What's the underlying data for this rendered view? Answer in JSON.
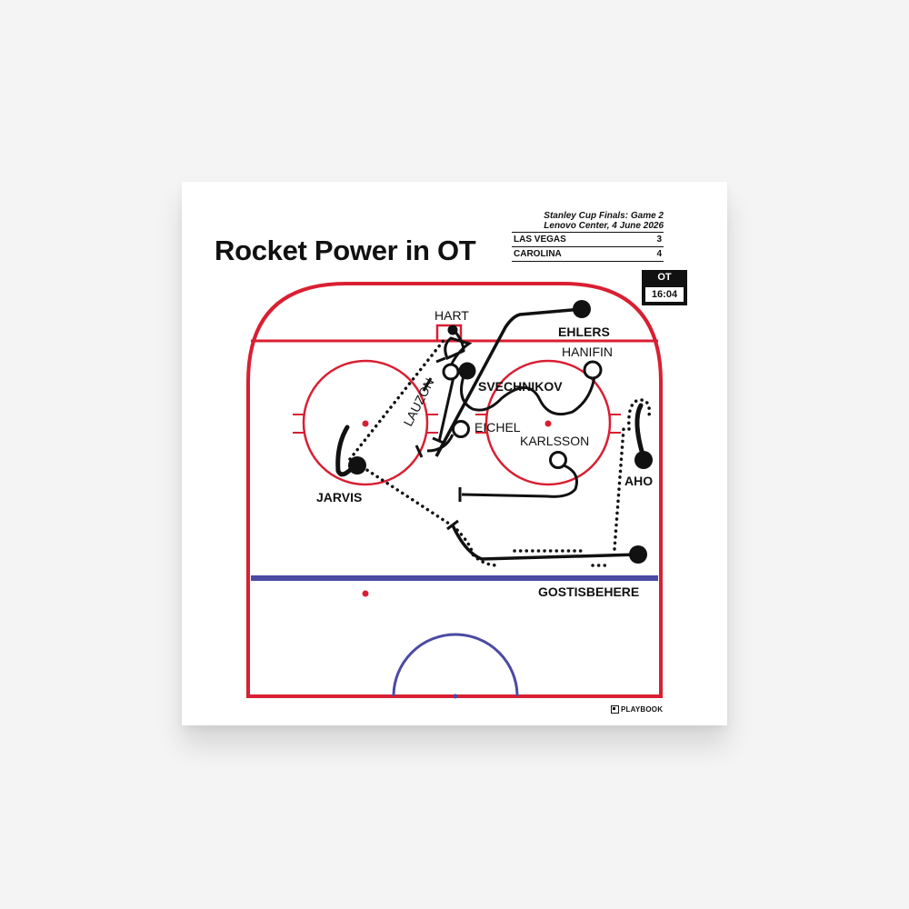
{
  "poster": {
    "title": "Rocket Power in OT",
    "game": {
      "line1": "Stanley Cup Finals: Game 2",
      "line2": "Lenovo Center, 4 June 2026"
    },
    "score": [
      {
        "team": "LAS VEGAS",
        "goals": "3"
      },
      {
        "team": "CAROLINA",
        "goals": "4"
      }
    ],
    "period": "OT",
    "clock": "16:04",
    "brand": "PLAYBOOK"
  },
  "players": {
    "hart": "HART",
    "ehlers": "EHLERS",
    "hanifin": "HANIFIN",
    "lauzon": "LAUZON",
    "svechnikov": "SVECHNIKOV",
    "eichel": "EICHEL",
    "karlsson": "KARLSSON",
    "jarvis": "JARVIS",
    "aho": "AHO",
    "gostisbehere": "GOSTISBEHERE"
  },
  "colors": {
    "rink_red": "#d91f32",
    "blue_line": "#4b4aa3",
    "ink": "#111111"
  }
}
